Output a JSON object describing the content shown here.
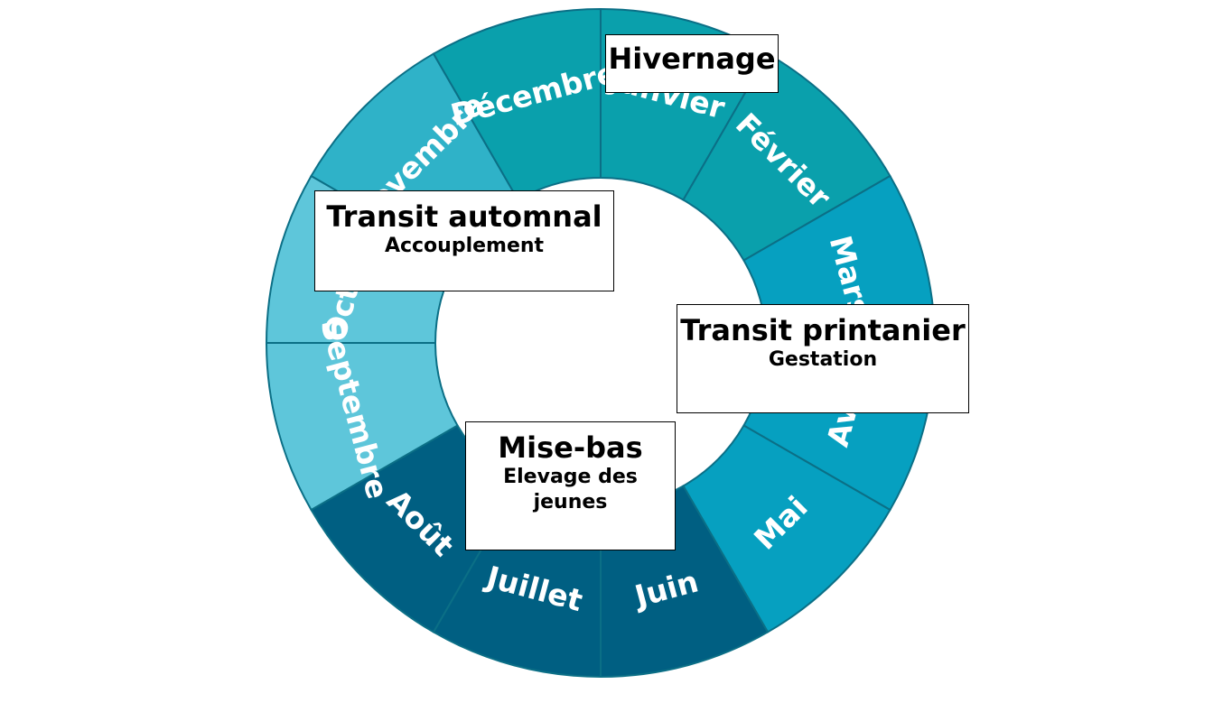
{
  "wheel": {
    "months": [
      {
        "label": "Janvier",
        "color": "#0aa0ac"
      },
      {
        "label": "Février",
        "color": "#0aa0ac"
      },
      {
        "label": "Mars",
        "color": "#06a0c0"
      },
      {
        "label": "Avril",
        "color": "#06a0c0"
      },
      {
        "label": "Mai",
        "color": "#06a0c0"
      },
      {
        "label": "Juin",
        "color": "#005f82"
      },
      {
        "label": "Juillet",
        "color": "#005f82"
      },
      {
        "label": "Août",
        "color": "#005f82"
      },
      {
        "label": "Septembre",
        "color": "#5ec6da"
      },
      {
        "label": "Octobre",
        "color": "#5ec6da"
      },
      {
        "label": "Novembre",
        "color": "#2fb2c8"
      },
      {
        "label": "Décembre",
        "color": "#0aa0ac"
      }
    ]
  },
  "phases": {
    "hivernage": {
      "title": "Hivernage"
    },
    "transit_printanier": {
      "title": "Transit printanier",
      "subtitle": "Gestation"
    },
    "mise_bas": {
      "title": "Mise-bas",
      "subtitle_line1": "Elevage des",
      "subtitle_line2": "jeunes"
    },
    "transit_automnal": {
      "title": "Transit automnal",
      "subtitle": "Accouplement"
    }
  }
}
